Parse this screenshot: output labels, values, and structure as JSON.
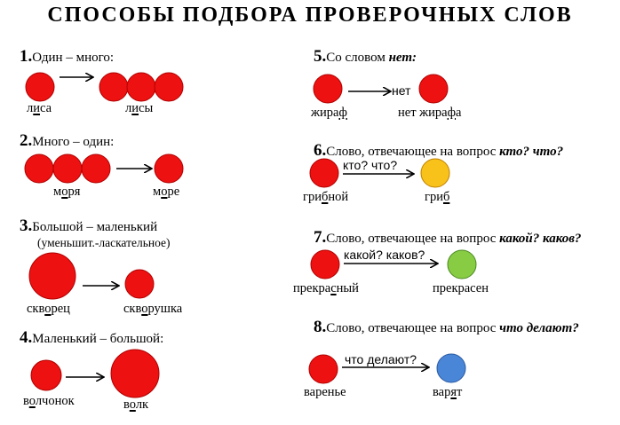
{
  "title": "СПОСОБЫ ПОДБОРА ПРОВЕРОЧНЫХ СЛОВ",
  "colors": {
    "red": "#ee1111",
    "yellow": "#f8c21a",
    "green": "#88cc44",
    "blue": "#4a86d8",
    "outline": "#b00000"
  },
  "items": [
    {
      "num": "1.",
      "text": "Один – много:",
      "w1": {
        "pre": "л",
        "u": "и",
        "post": "са"
      },
      "w2": {
        "pre": "л",
        "u": "и",
        "post": "сы"
      }
    },
    {
      "num": "2.",
      "text": "Много – один:",
      "w1": {
        "pre": "м",
        "u": "о",
        "post": "ря"
      },
      "w2": {
        "pre": "м",
        "u": "о",
        "post": "ре"
      }
    },
    {
      "num": "3.",
      "text": "Большой – маленький",
      "sub": "(уменьшит.-ласкательное)",
      "w1": {
        "pre": "скв",
        "u": "о",
        "post": "рец"
      },
      "w2": {
        "pre": "скв",
        "u": "о",
        "post": "рушка"
      }
    },
    {
      "num": "4.",
      "text": "Маленький – большой:",
      "w1": {
        "pre": "в",
        "u": "о",
        "post": "лчонок"
      },
      "w2": {
        "pre": "в",
        "u": "о",
        "post": "лк"
      }
    },
    {
      "num": "5.",
      "text": "Со словом ",
      "q": "нет:",
      "arrow": "нет",
      "w1": {
        "pre": "жира",
        "u": "ф",
        "post": ""
      },
      "w2": {
        "pre": "нет жира",
        "u": "ф",
        "post": "а"
      }
    },
    {
      "num": "6.",
      "text": "Слово, отвечающее на вопрос ",
      "q": "кто? что?",
      "arrow": "кто? что?",
      "w1": {
        "pre": "гри",
        "u": "б",
        "post": "ной"
      },
      "w2": {
        "pre": "гри",
        "u": "б",
        "post": ""
      }
    },
    {
      "num": "7.",
      "text": "Слово, отвечающее на вопрос ",
      "q": "какой? каков?",
      "arrow": "какой? каков?",
      "w1": {
        "pre": "прекра",
        "u": "с",
        "post": "ный"
      },
      "w2": {
        "pre": "прекрасен",
        "u": "",
        "post": ""
      }
    },
    {
      "num": "8.",
      "text": "Слово, отвечающее на вопрос ",
      "q": "что делают?",
      "arrow": "что делают?",
      "w1": {
        "pre": "варенье",
        "u": "",
        "post": ""
      },
      "w2": {
        "pre": "вар",
        "u": "я",
        "post": "т"
      }
    }
  ]
}
